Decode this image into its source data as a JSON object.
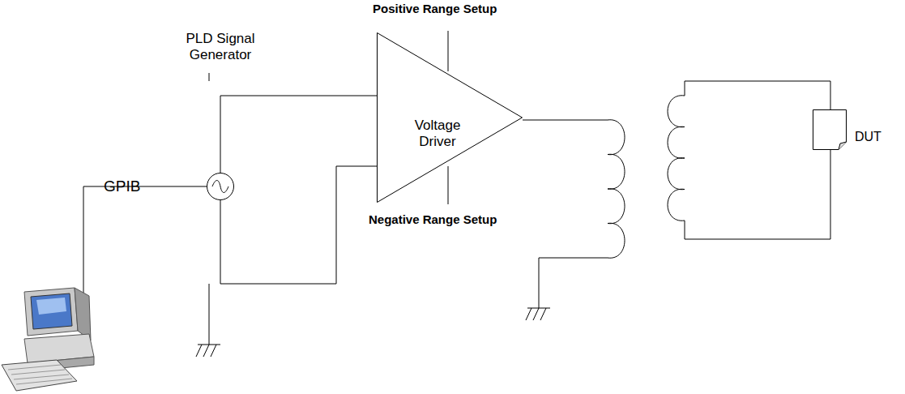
{
  "diagram": {
    "nodes": [
      {
        "text": [
          "PLD Signal Generator"
        ]
      },
      {
        "text": [
          "Voltage Driver"
        ]
      },
      {
        "text": [
          "DUT"
        ]
      }
    ],
    "edges": [
      {
        "from": 0,
        "to": 1,
        "arrow": "none"
      },
      {
        "from": 0,
        "to": 1,
        "arrow": "none"
      }
    ],
    "labels": [
      "GPIB",
      "Positive Range Setup",
      "Negative Range Setup"
    ]
  }
}
